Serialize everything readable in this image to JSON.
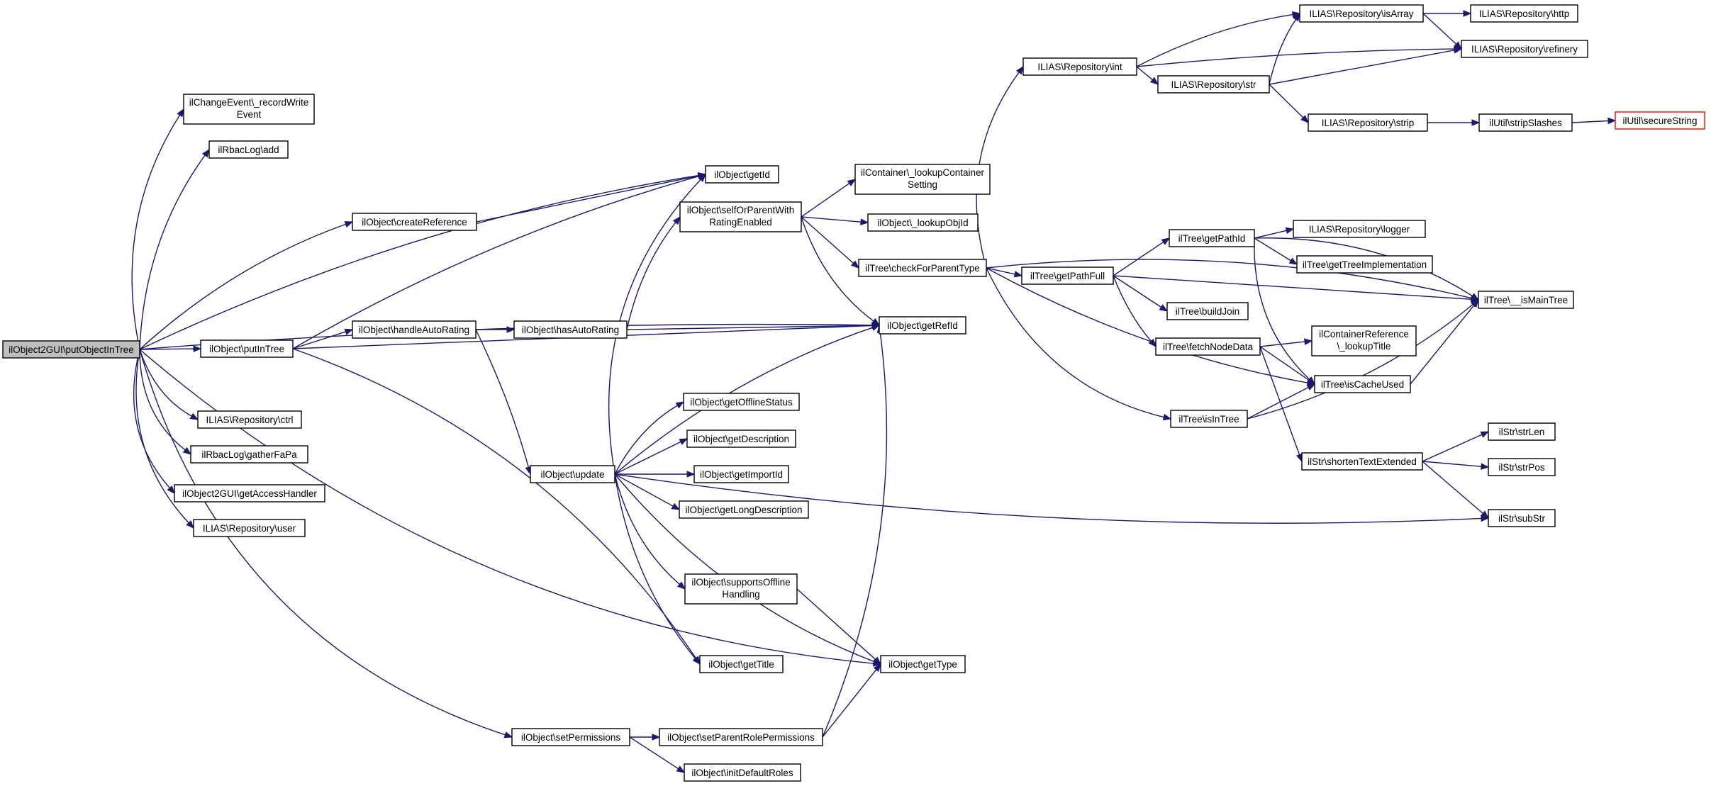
{
  "colors": {
    "background": "#ffffff",
    "edge": "#191970",
    "node_border": "#000000",
    "root_fill": "#bfbfbf",
    "truncated_border": "#ff0000"
  },
  "nodes": [
    {
      "id": "root",
      "label": "ilObject2GUI\\putObjectInTree",
      "kind": "root"
    },
    {
      "id": "recordWrite",
      "label": "ilChangeEvent\\_recordWrite",
      "label2": "Event"
    },
    {
      "id": "rbacAdd",
      "label": "ilRbacLog\\add"
    },
    {
      "id": "getId",
      "label": "ilObject\\getId"
    },
    {
      "id": "createReference",
      "label": "ilObject\\createReference"
    },
    {
      "id": "putInTree",
      "label": "ilObject\\putInTree"
    },
    {
      "id": "handleAutoRating",
      "label": "ilObject\\handleAutoRating"
    },
    {
      "id": "hasAutoRating",
      "label": "ilObject\\hasAutoRating"
    },
    {
      "id": "getRefId",
      "label": "ilObject\\getRefId"
    },
    {
      "id": "ctrl",
      "label": "ILIAS\\Repository\\ctrl"
    },
    {
      "id": "gatherFaPa",
      "label": "ilRbacLog\\gatherFaPa"
    },
    {
      "id": "getAccessHandler",
      "label": "ilObject2GUI\\getAccessHandler"
    },
    {
      "id": "user",
      "label": "ILIAS\\Repository\\user"
    },
    {
      "id": "selfOrParent",
      "label": "ilObject\\selfOrParentWith",
      "label2": "RatingEnabled"
    },
    {
      "id": "lookupContainer",
      "label": "ilContainer\\_lookupContainer",
      "label2": "Setting"
    },
    {
      "id": "lookupObjId",
      "label": "ilObject\\_lookupObjId"
    },
    {
      "id": "checkForParentType",
      "label": "ilTree\\checkForParentType"
    },
    {
      "id": "getPathFull",
      "label": "ilTree\\getPathFull"
    },
    {
      "id": "getPathId",
      "label": "ilTree\\getPathId"
    },
    {
      "id": "logger",
      "label": "ILIAS\\Repository\\logger"
    },
    {
      "id": "getTreeImpl",
      "label": "ilTree\\getTreeImplementation"
    },
    {
      "id": "isMainTree",
      "label": "ilTree\\__isMainTree"
    },
    {
      "id": "buildJoin",
      "label": "ilTree\\buildJoin"
    },
    {
      "id": "fetchNodeData",
      "label": "ilTree\\fetchNodeData"
    },
    {
      "id": "lookupTitle",
      "label": "ilContainerReference",
      "label2": "\\_lookupTitle"
    },
    {
      "id": "isCacheUsed",
      "label": "ilTree\\isCacheUsed"
    },
    {
      "id": "isInTree",
      "label": "ilTree\\isInTree"
    },
    {
      "id": "shortenText",
      "label": "ilStr\\shortenTextExtended"
    },
    {
      "id": "strLen",
      "label": "ilStr\\strLen"
    },
    {
      "id": "strPos",
      "label": "ilStr\\strPos"
    },
    {
      "id": "subStr",
      "label": "ilStr\\subStr"
    },
    {
      "id": "repoInt",
      "label": "ILIAS\\Repository\\int"
    },
    {
      "id": "isArray",
      "label": "ILIAS\\Repository\\isArray"
    },
    {
      "id": "http",
      "label": "ILIAS\\Repository\\http"
    },
    {
      "id": "refinery",
      "label": "ILIAS\\Repository\\refinery"
    },
    {
      "id": "repoStr",
      "label": "ILIAS\\Repository\\str"
    },
    {
      "id": "repoStrip",
      "label": "ILIAS\\Repository\\strip"
    },
    {
      "id": "stripSlashes",
      "label": "ilUtil\\stripSlashes"
    },
    {
      "id": "secureString",
      "label": "ilUtil\\secureString",
      "kind": "truncated"
    },
    {
      "id": "update",
      "label": "ilObject\\update"
    },
    {
      "id": "getOfflineStatus",
      "label": "ilObject\\getOfflineStatus"
    },
    {
      "id": "getDescription",
      "label": "ilObject\\getDescription"
    },
    {
      "id": "getImportId",
      "label": "ilObject\\getImportId"
    },
    {
      "id": "getLongDescription",
      "label": "ilObject\\getLongDescription"
    },
    {
      "id": "supportsOffline",
      "label": "ilObject\\supportsOffline",
      "label2": "Handling"
    },
    {
      "id": "getTitle",
      "label": "ilObject\\getTitle"
    },
    {
      "id": "getType",
      "label": "ilObject\\getType"
    },
    {
      "id": "setPermissions",
      "label": "ilObject\\setPermissions"
    },
    {
      "id": "setParentRole",
      "label": "ilObject\\setParentRolePermissions"
    },
    {
      "id": "initDefaultRoles",
      "label": "ilObject\\initDefaultRoles"
    }
  ],
  "edges": [
    [
      "root",
      "recordWrite"
    ],
    [
      "root",
      "rbacAdd"
    ],
    [
      "root",
      "getId"
    ],
    [
      "root",
      "createReference"
    ],
    [
      "root",
      "getRefId"
    ],
    [
      "root",
      "putInTree"
    ],
    [
      "root",
      "ctrl"
    ],
    [
      "root",
      "gatherFaPa"
    ],
    [
      "root",
      "getAccessHandler"
    ],
    [
      "root",
      "user"
    ],
    [
      "root",
      "getType"
    ],
    [
      "root",
      "setPermissions"
    ],
    [
      "createReference",
      "getId"
    ],
    [
      "putInTree",
      "getId"
    ],
    [
      "putInTree",
      "handleAutoRating"
    ],
    [
      "putInTree",
      "getRefId"
    ],
    [
      "putInTree",
      "getTitle"
    ],
    [
      "handleAutoRating",
      "hasAutoRating"
    ],
    [
      "handleAutoRating",
      "update"
    ],
    [
      "hasAutoRating",
      "selfOrParent"
    ],
    [
      "hasAutoRating",
      "getRefId"
    ],
    [
      "selfOrParent",
      "lookupContainer"
    ],
    [
      "selfOrParent",
      "lookupObjId"
    ],
    [
      "selfOrParent",
      "checkForParentType"
    ],
    [
      "selfOrParent",
      "getRefId"
    ],
    [
      "checkForParentType",
      "repoInt"
    ],
    [
      "checkForParentType",
      "getPathFull"
    ],
    [
      "checkForParentType",
      "isMainTree"
    ],
    [
      "checkForParentType",
      "isCacheUsed"
    ],
    [
      "checkForParentType",
      "isInTree"
    ],
    [
      "repoInt",
      "isArray"
    ],
    [
      "repoInt",
      "refinery"
    ],
    [
      "repoInt",
      "repoStr"
    ],
    [
      "isArray",
      "http"
    ],
    [
      "isArray",
      "refinery"
    ],
    [
      "repoStr",
      "isArray"
    ],
    [
      "repoStr",
      "refinery"
    ],
    [
      "repoStr",
      "repoStrip"
    ],
    [
      "repoStrip",
      "stripSlashes"
    ],
    [
      "stripSlashes",
      "secureString"
    ],
    [
      "getPathFull",
      "getPathId"
    ],
    [
      "getPathFull",
      "isMainTree"
    ],
    [
      "getPathFull",
      "buildJoin"
    ],
    [
      "getPathFull",
      "fetchNodeData"
    ],
    [
      "getPathId",
      "logger"
    ],
    [
      "getPathId",
      "getTreeImpl"
    ],
    [
      "getPathId",
      "isMainTree"
    ],
    [
      "getPathId",
      "isCacheUsed"
    ],
    [
      "fetchNodeData",
      "lookupTitle"
    ],
    [
      "fetchNodeData",
      "isCacheUsed"
    ],
    [
      "fetchNodeData",
      "shortenText"
    ],
    [
      "isCacheUsed",
      "isMainTree"
    ],
    [
      "isInTree",
      "isCacheUsed"
    ],
    [
      "isInTree",
      "isMainTree"
    ],
    [
      "shortenText",
      "strLen"
    ],
    [
      "shortenText",
      "strPos"
    ],
    [
      "shortenText",
      "subStr"
    ],
    [
      "update",
      "getId"
    ],
    [
      "update",
      "getRefId"
    ],
    [
      "update",
      "getOfflineStatus"
    ],
    [
      "update",
      "getDescription"
    ],
    [
      "update",
      "getImportId"
    ],
    [
      "update",
      "getLongDescription"
    ],
    [
      "update",
      "subStr"
    ],
    [
      "update",
      "supportsOffline"
    ],
    [
      "update",
      "getTitle"
    ],
    [
      "update",
      "getType"
    ],
    [
      "supportsOffline",
      "getType"
    ],
    [
      "setPermissions",
      "setParentRole"
    ],
    [
      "setPermissions",
      "initDefaultRoles"
    ],
    [
      "setParentRole",
      "getRefId"
    ],
    [
      "setParentRole",
      "getType"
    ]
  ]
}
